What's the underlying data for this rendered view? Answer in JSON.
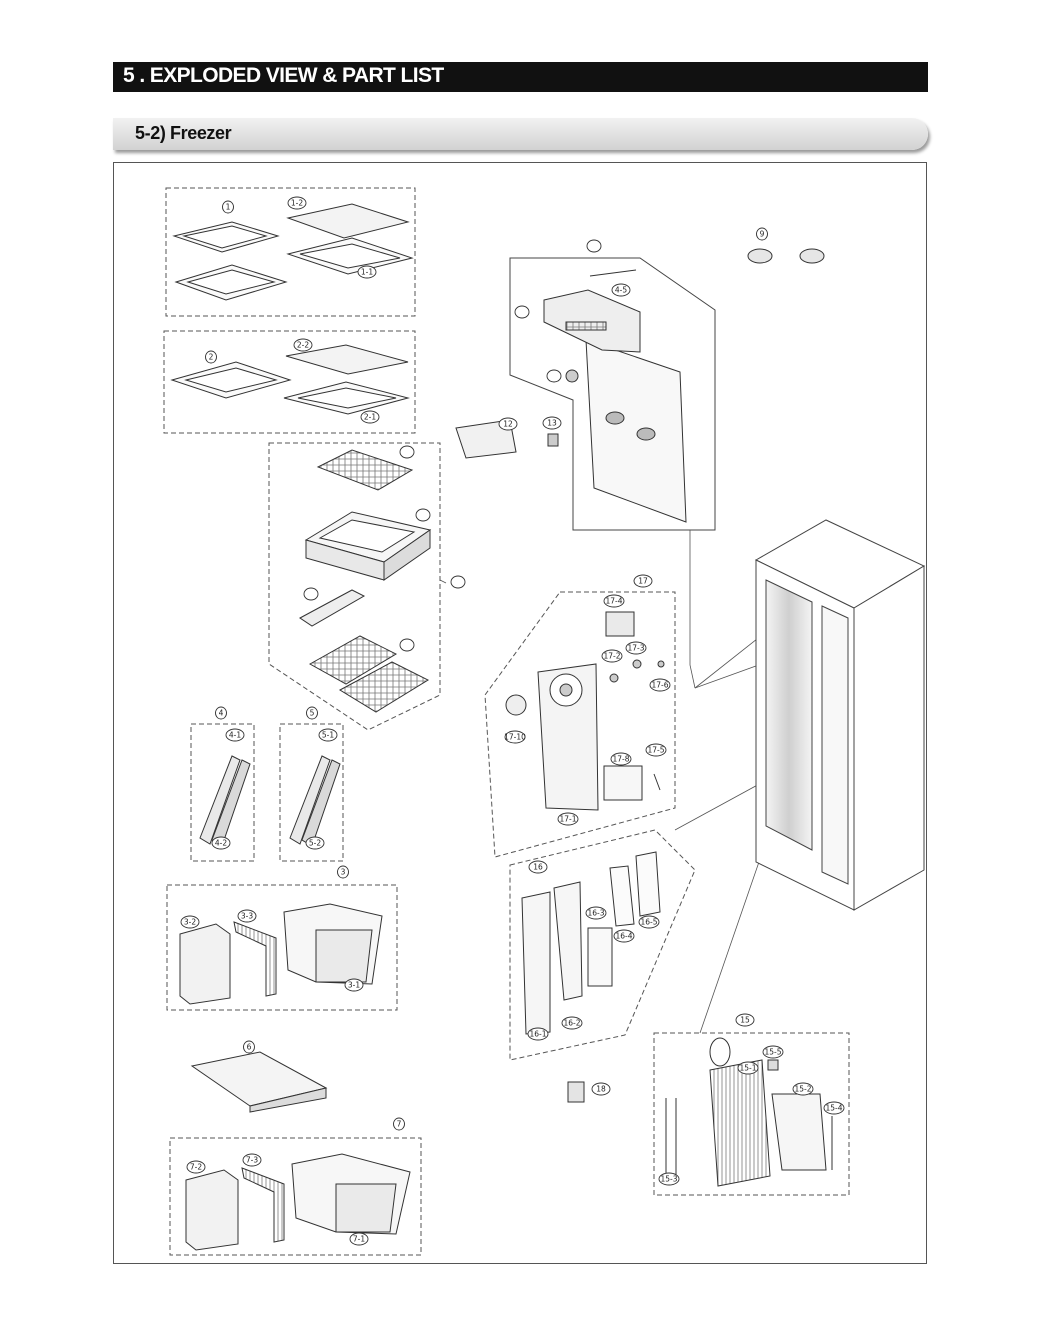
{
  "header": {
    "section_title": "5 . EXPLODED VIEW & PART LIST",
    "subsection_title": "5-2) Freezer"
  },
  "colors": {
    "title_bar": "#111111",
    "title_text": "#ffffff",
    "subsection_bar": "#dcdcdc",
    "line_art": "#333333"
  },
  "callouts": {
    "shelf_1": "1",
    "shelf_1_1": "1-1",
    "shelf_1_2": "1-2",
    "shelf_2": "2",
    "shelf_2_1": "2-1",
    "shelf_2_2": "2-2",
    "box_3": "3",
    "box_3_1": "3-1",
    "box_3_2": "3-2",
    "box_3_3": "3-3",
    "rail_4": "4",
    "rail_4_1": "4-1",
    "rail_4_2": "4-2",
    "rail_5": "5",
    "rail_5_1": "5-1",
    "rail_5_2": "5-2",
    "cover_6": "6",
    "box_7": "7",
    "box_7_1": "7-1",
    "box_7_2": "7-2",
    "box_7_3": "7-3",
    "foot_9": "9",
    "cover_12": "12",
    "part_13": "13",
    "evap_15": "15",
    "evap_15_1": "15-1",
    "evap_15_2": "15-2",
    "evap_15_3": "15-3",
    "evap_15_4": "15-4",
    "evap_15_5": "15-5",
    "duct_16": "16",
    "duct_16_1": "16-1",
    "duct_16_2": "16-2",
    "duct_16_3": "16-3",
    "duct_16_4": "16-4",
    "duct_16_5": "16-5",
    "fan_17": "17",
    "fan_17_1": "17-1",
    "fan_17_2": "17-2",
    "fan_17_3": "17-3",
    "fan_17_4": "17-4",
    "fan_17_5": "17-5",
    "fan_17_6": "17-6",
    "fan_17_8": "17-8",
    "fan_17_10": "17-10",
    "part_18": "18",
    "part_4_5": "4-5"
  }
}
